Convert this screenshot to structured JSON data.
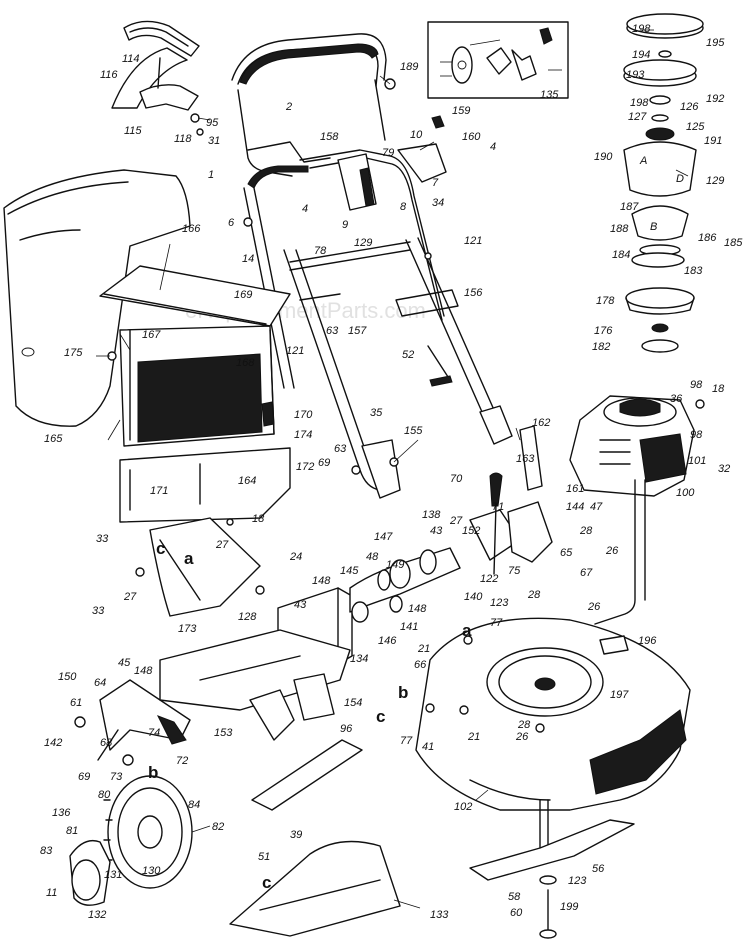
{
  "watermark": "eReplacementParts.com",
  "parts": [
    {
      "id": "p198a",
      "text": "198"
    },
    {
      "id": "p195",
      "text": "195"
    },
    {
      "id": "p194",
      "text": "194"
    },
    {
      "id": "p193",
      "text": "193"
    },
    {
      "id": "p192",
      "text": "192"
    },
    {
      "id": "p198b",
      "text": "198"
    },
    {
      "id": "p126",
      "text": "126"
    },
    {
      "id": "p127",
      "text": "127"
    },
    {
      "id": "p125",
      "text": "125"
    },
    {
      "id": "p191",
      "text": "191"
    },
    {
      "id": "p190",
      "text": "190"
    },
    {
      "id": "p129a",
      "text": "129"
    },
    {
      "id": "p187",
      "text": "187"
    },
    {
      "id": "p188",
      "text": "188"
    },
    {
      "id": "p186",
      "text": "186"
    },
    {
      "id": "p185",
      "text": "185"
    },
    {
      "id": "p184",
      "text": "184"
    },
    {
      "id": "p183",
      "text": "183"
    },
    {
      "id": "p178",
      "text": "178"
    },
    {
      "id": "p176",
      "text": "176"
    },
    {
      "id": "p182",
      "text": "182"
    },
    {
      "id": "p135",
      "text": "135"
    },
    {
      "id": "p114",
      "text": "114"
    },
    {
      "id": "p116",
      "text": "116"
    },
    {
      "id": "p95",
      "text": "95"
    },
    {
      "id": "p115",
      "text": "115"
    },
    {
      "id": "p118",
      "text": "118"
    },
    {
      "id": "p31",
      "text": "31"
    },
    {
      "id": "p2",
      "text": "2"
    },
    {
      "id": "p189",
      "text": "189"
    },
    {
      "id": "p159",
      "text": "159"
    },
    {
      "id": "p158",
      "text": "158"
    },
    {
      "id": "p10",
      "text": "10"
    },
    {
      "id": "p160",
      "text": "160"
    },
    {
      "id": "p79",
      "text": "79"
    },
    {
      "id": "p4a",
      "text": "4"
    },
    {
      "id": "p1",
      "text": "1"
    },
    {
      "id": "p7",
      "text": "7"
    },
    {
      "id": "p8",
      "text": "8"
    },
    {
      "id": "p34",
      "text": "34"
    },
    {
      "id": "p4b",
      "text": "4"
    },
    {
      "id": "p9",
      "text": "9"
    },
    {
      "id": "p6",
      "text": "6"
    },
    {
      "id": "p129b",
      "text": "129"
    },
    {
      "id": "p166",
      "text": "166"
    },
    {
      "id": "p14",
      "text": "14"
    },
    {
      "id": "p78",
      "text": "78"
    },
    {
      "id": "p121a",
      "text": "121"
    },
    {
      "id": "p169",
      "text": "169"
    },
    {
      "id": "p156",
      "text": "156"
    },
    {
      "id": "p167",
      "text": "167"
    },
    {
      "id": "p63a",
      "text": "63"
    },
    {
      "id": "p157",
      "text": "157"
    },
    {
      "id": "p175",
      "text": "175"
    },
    {
      "id": "p168",
      "text": "168"
    },
    {
      "id": "p121b",
      "text": "121"
    },
    {
      "id": "p52",
      "text": "52"
    },
    {
      "id": "p98a",
      "text": "98"
    },
    {
      "id": "p18a",
      "text": "18"
    },
    {
      "id": "p36",
      "text": "36"
    },
    {
      "id": "p35",
      "text": "35"
    },
    {
      "id": "p170",
      "text": "170"
    },
    {
      "id": "p165",
      "text": "165"
    },
    {
      "id": "p174",
      "text": "174"
    },
    {
      "id": "p155",
      "text": "155"
    },
    {
      "id": "p63b",
      "text": "63"
    },
    {
      "id": "p98b",
      "text": "98"
    },
    {
      "id": "p162",
      "text": "162"
    },
    {
      "id": "p69a",
      "text": "69"
    },
    {
      "id": "p172",
      "text": "172"
    },
    {
      "id": "p101",
      "text": "101"
    },
    {
      "id": "p32",
      "text": "32"
    },
    {
      "id": "p163",
      "text": "163"
    },
    {
      "id": "p70",
      "text": "70"
    },
    {
      "id": "p171",
      "text": "171"
    },
    {
      "id": "p164",
      "text": "164"
    },
    {
      "id": "p161",
      "text": "161"
    },
    {
      "id": "p100",
      "text": "100"
    },
    {
      "id": "p144",
      "text": "144"
    },
    {
      "id": "p47",
      "text": "47"
    },
    {
      "id": "p18b",
      "text": "18"
    },
    {
      "id": "p138",
      "text": "138"
    },
    {
      "id": "p71",
      "text": "71"
    },
    {
      "id": "p33a",
      "text": "33"
    },
    {
      "id": "p27a",
      "text": "27"
    },
    {
      "id": "p43a",
      "text": "43"
    },
    {
      "id": "p27b",
      "text": "27"
    },
    {
      "id": "p152",
      "text": "152"
    },
    {
      "id": "p28a",
      "text": "28"
    },
    {
      "id": "p26a",
      "text": "26"
    },
    {
      "id": "p147",
      "text": "147"
    },
    {
      "id": "p65",
      "text": "65"
    },
    {
      "id": "p149",
      "text": "149"
    },
    {
      "id": "p48",
      "text": "48"
    },
    {
      "id": "p24",
      "text": "24"
    },
    {
      "id": "p67",
      "text": "67"
    },
    {
      "id": "p145",
      "text": "145"
    },
    {
      "id": "p75",
      "text": "75"
    },
    {
      "id": "p122",
      "text": "122"
    },
    {
      "id": "p148a",
      "text": "148"
    },
    {
      "id": "p28b",
      "text": "28"
    },
    {
      "id": "p26b",
      "text": "26"
    },
    {
      "id": "p27c",
      "text": "27"
    },
    {
      "id": "p140",
      "text": "140"
    },
    {
      "id": "p123a",
      "text": "123"
    },
    {
      "id": "p33b",
      "text": "33"
    },
    {
      "id": "p148b",
      "text": "148"
    },
    {
      "id": "p43b",
      "text": "43"
    },
    {
      "id": "p141",
      "text": "141"
    },
    {
      "id": "p173",
      "text": "173"
    },
    {
      "id": "p128",
      "text": "128"
    },
    {
      "id": "p146",
      "text": "146"
    },
    {
      "id": "p77a",
      "text": "77"
    },
    {
      "id": "p134",
      "text": "134"
    },
    {
      "id": "p21a",
      "text": "21"
    },
    {
      "id": "p196",
      "text": "196"
    },
    {
      "id": "p45",
      "text": "45"
    },
    {
      "id": "p148c",
      "text": "148"
    },
    {
      "id": "p66",
      "text": "66"
    },
    {
      "id": "p150",
      "text": "150"
    },
    {
      "id": "p64",
      "text": "64"
    },
    {
      "id": "p61",
      "text": "61"
    },
    {
      "id": "p154",
      "text": "154"
    },
    {
      "id": "p197",
      "text": "197"
    },
    {
      "id": "p77b",
      "text": "77"
    },
    {
      "id": "p41",
      "text": "41"
    },
    {
      "id": "p21b",
      "text": "21"
    },
    {
      "id": "p28c",
      "text": "28"
    },
    {
      "id": "p26c",
      "text": "26"
    },
    {
      "id": "p142",
      "text": "142"
    },
    {
      "id": "p68",
      "text": "68"
    },
    {
      "id": "p74",
      "text": "74"
    },
    {
      "id": "p153",
      "text": "153"
    },
    {
      "id": "p96",
      "text": "96"
    },
    {
      "id": "p72",
      "text": "72"
    },
    {
      "id": "p69b",
      "text": "69"
    },
    {
      "id": "p73",
      "text": "73"
    },
    {
      "id": "p102",
      "text": "102"
    },
    {
      "id": "p80",
      "text": "80"
    },
    {
      "id": "p84",
      "text": "84"
    },
    {
      "id": "p136",
      "text": "136"
    },
    {
      "id": "p81",
      "text": "81"
    },
    {
      "id": "p82",
      "text": "82"
    },
    {
      "id": "p39",
      "text": "39"
    },
    {
      "id": "p83",
      "text": "83"
    },
    {
      "id": "p51",
      "text": "51"
    },
    {
      "id": "p56",
      "text": "56"
    },
    {
      "id": "p123b",
      "text": "123"
    },
    {
      "id": "p11",
      "text": "11"
    },
    {
      "id": "p130",
      "text": "130"
    },
    {
      "id": "p131",
      "text": "131"
    },
    {
      "id": "p132",
      "text": "132"
    },
    {
      "id": "p58",
      "text": "58"
    },
    {
      "id": "p199",
      "text": "199"
    },
    {
      "id": "p133",
      "text": "133"
    },
    {
      "id": "p60",
      "text": "60"
    }
  ],
  "callouts": [
    {
      "id": "ca1",
      "text": "c"
    },
    {
      "id": "ca2",
      "text": "a"
    },
    {
      "id": "ca3",
      "text": "a"
    },
    {
      "id": "ca4",
      "text": "b"
    },
    {
      "id": "ca5",
      "text": "c"
    },
    {
      "id": "ca6",
      "text": "b"
    },
    {
      "id": "ca7",
      "text": "c"
    }
  ]
}
